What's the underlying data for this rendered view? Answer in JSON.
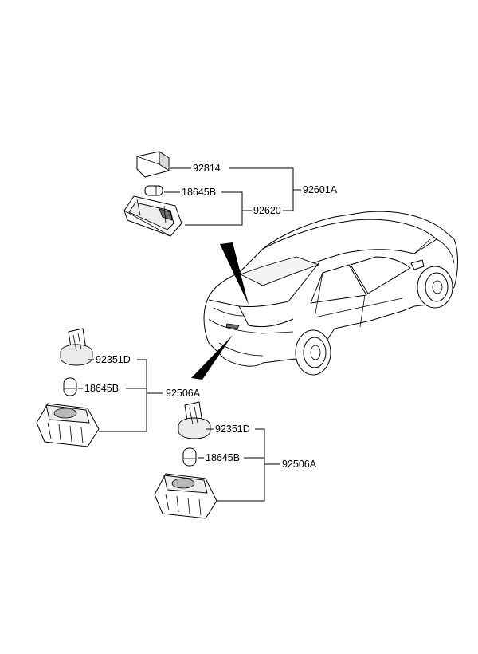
{
  "callouts": {
    "lamp_lens": "92814",
    "lamp_bulb": "18645B",
    "lamp_housing": "92620",
    "lamp_assembly": "92601A",
    "left_socket": "92351D",
    "left_bulb": "18645B",
    "left_assembly": "92506A",
    "right_socket": "92351D",
    "right_bulb": "18645B",
    "right_assembly": "92506A"
  }
}
